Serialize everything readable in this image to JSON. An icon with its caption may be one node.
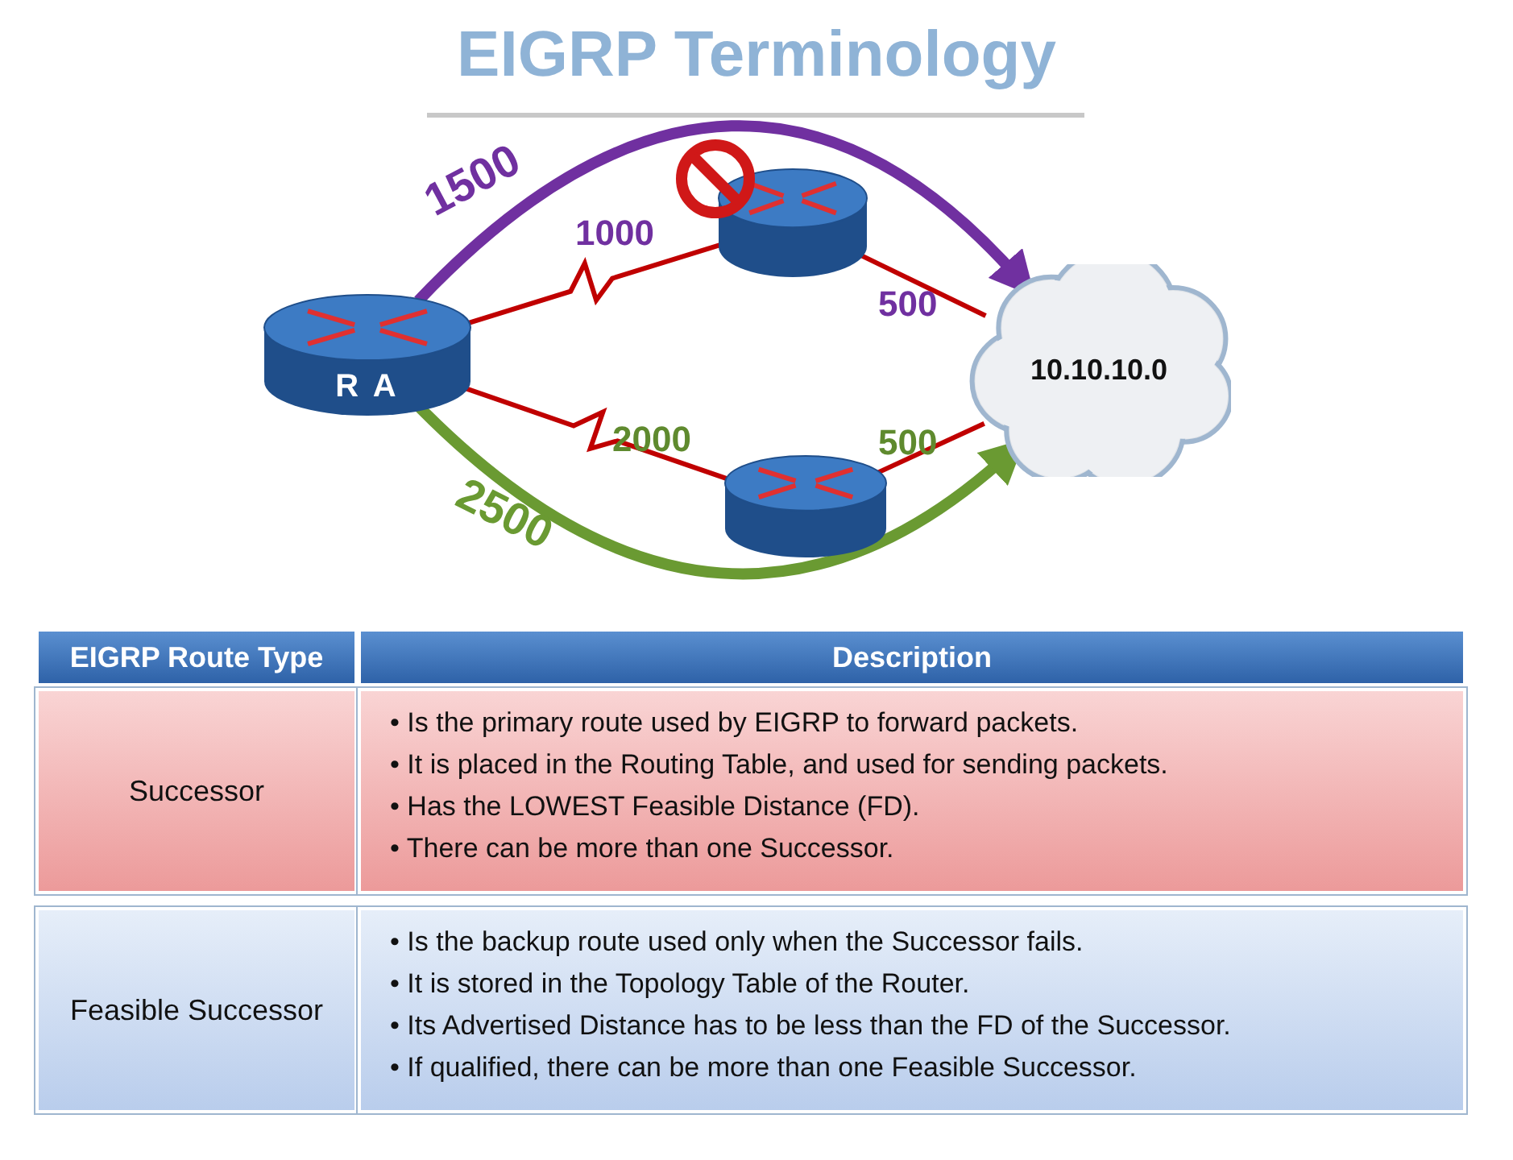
{
  "diagram": {
    "title": "EIGRP Terminology",
    "nodes": [
      {
        "text": [
          "R A"
        ]
      },
      {
        "text": [],
        "shape": "cylinder"
      },
      {
        "text": [],
        "shape": "cylinder"
      },
      {
        "text": [
          "10.10.10.0"
        ]
      }
    ],
    "edges": [
      {
        "from": 0,
        "to": 1,
        "arrow": "none",
        "label": "1000"
      },
      {
        "from": 1,
        "to": 3,
        "arrow": "none",
        "label": "500"
      },
      {
        "from": 0,
        "to": 2,
        "arrow": "none",
        "label": "2000"
      },
      {
        "from": 2,
        "to": 3,
        "arrow": "none",
        "label": "500"
      },
      {
        "from": 0,
        "to": 3,
        "arrow": "to",
        "label": "1500",
        "style": "thick",
        "color": "#7030a0"
      },
      {
        "from": 0,
        "to": 3,
        "arrow": "to",
        "label": "2500",
        "style": "thick",
        "color": "#6a9a32"
      }
    ],
    "labels": [
      "EIGRP Route Type",
      "Description",
      "Successor",
      "• Is the primary route used by EIGRP to forward packets.",
      "• It is placed in the Routing Table, and used for sending packets.",
      "• Has the LOWEST Feasible Distance (FD).",
      "• There can be more than one Successor.",
      "Feasible Successor",
      "• Is the backup route used only when the Successor fails.",
      "• It is stored in the Topology Table of the Router.",
      "• Its Advertised Distance has to be less than the FD of the Successor.",
      "• If qualified, there can be more than one Feasible Successor."
    ]
  }
}
